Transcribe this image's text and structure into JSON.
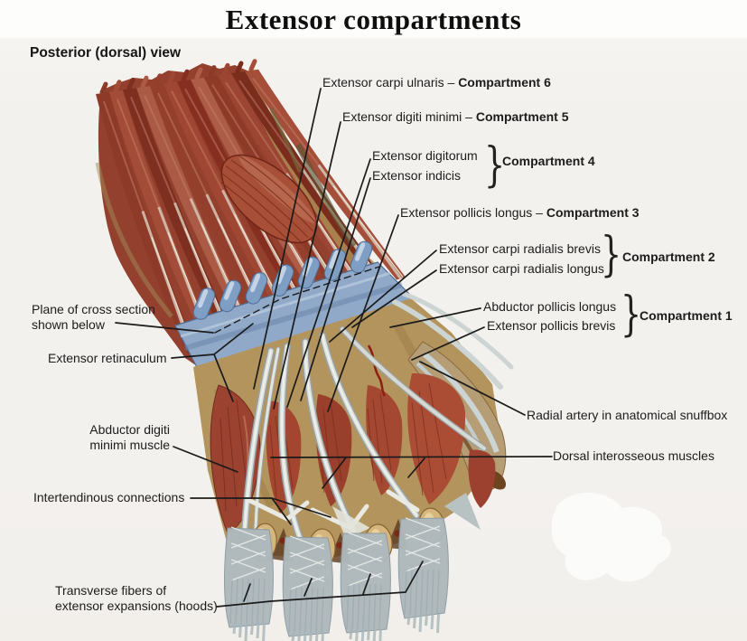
{
  "title": "Extensor compartments",
  "view_label": "Posterior (dorsal) view",
  "glyphs": {
    "brace": "}"
  },
  "colors": {
    "background": "#f3f1ed",
    "muscle_red": "#9a4330",
    "retinaculum_blue": "#7e9ec4",
    "tendon_gray": "#dde0da",
    "bone_tan": "#d6b67c",
    "leader_line": "#1b1b1b"
  },
  "compartment_labels": {
    "c6": {
      "muscle": "Extensor carpi ulnaris – ",
      "name": "Compartment 6"
    },
    "c5": {
      "muscle": "Extensor digiti minimi – ",
      "name": "Compartment 5"
    },
    "c4": {
      "muscles": [
        "Extensor digitorum",
        "Extensor indicis"
      ],
      "name": "Compartment 4"
    },
    "c3": {
      "muscle": "Extensor pollicis longus – ",
      "name": "Compartment 3"
    },
    "c2": {
      "muscles": [
        "Extensor carpi radialis brevis",
        "Extensor carpi radialis longus"
      ],
      "name": "Compartment 2"
    },
    "c1": {
      "muscles": [
        "Abductor pollicis longus",
        "Extensor pollicis brevis"
      ],
      "name": "Compartment 1"
    }
  },
  "structure_labels": {
    "plane_line1": "Plane of cross section",
    "plane_line2": "shown below",
    "retinaculum": "Extensor retinaculum",
    "adm_line1": "Abductor digiti",
    "adm_line2": "minimi muscle",
    "intertendinous": "Intertendinous connections",
    "transverse_line1": "Transverse fibers of",
    "transverse_line2": "extensor expansions (hoods)",
    "radial_artery": "Radial artery in anatomical snuffbox",
    "dorsal_interossei": "Dorsal interosseous muscles"
  }
}
